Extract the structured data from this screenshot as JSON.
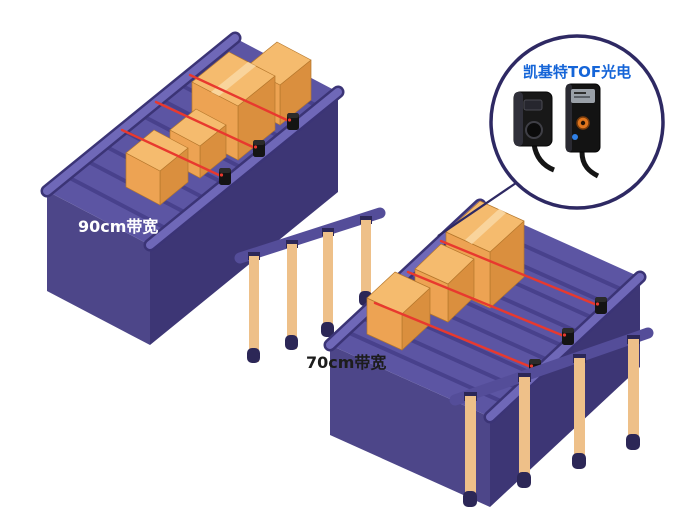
{
  "callout": {
    "title": "凯基特TOF光电"
  },
  "conveyors": {
    "left": {
      "label": "90cm带宽"
    },
    "right": {
      "label": "70cm带宽"
    }
  },
  "colors": {
    "conveyor_front": "#4d4689",
    "conveyor_side": "#3d3675",
    "belt_surface": "#5c55a3",
    "belt_slat": "#48418c",
    "rail": "#6f68b8",
    "box_top": "#f5bb6e",
    "box_left": "#eda353",
    "box_right": "#da8f3e",
    "leg": "#eec089",
    "leg_cap": "#2c2757",
    "laser": "#e8392e",
    "callout_border": "#2e2963",
    "callout_title": "#1565d8"
  }
}
